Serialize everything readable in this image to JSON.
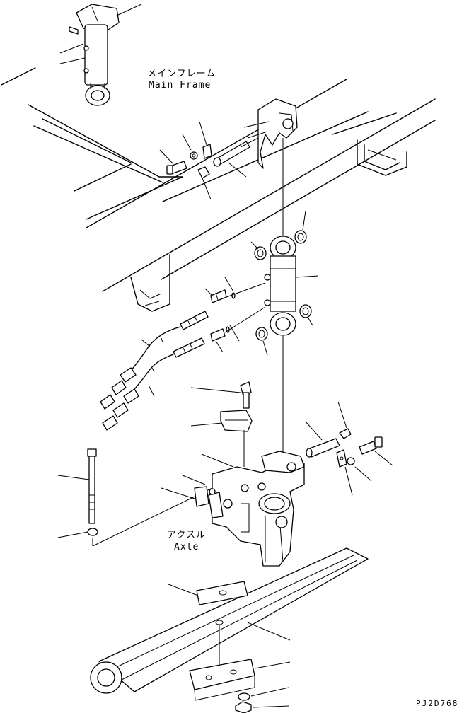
{
  "labels": {
    "main_frame_ja": "メインフレーム",
    "main_frame_en": "Main Frame",
    "axle_ja": "アクスル",
    "axle_en": "Axle"
  },
  "drawing_code": "PJ2D768"
}
